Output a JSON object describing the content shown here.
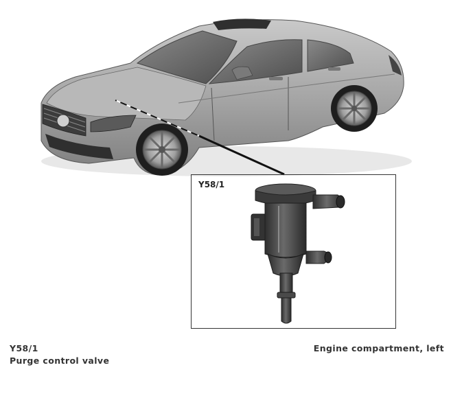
{
  "inset": {
    "label": "Y58/1"
  },
  "caption": {
    "component_code": "Y58/1",
    "component_name": "Purge control valve",
    "location": "Engine compartment, left"
  },
  "colors": {
    "car_body": "#a8a8a8",
    "car_dark": "#3a3a3a",
    "valve_body": "#4a4a4a",
    "frame": "#333333"
  }
}
